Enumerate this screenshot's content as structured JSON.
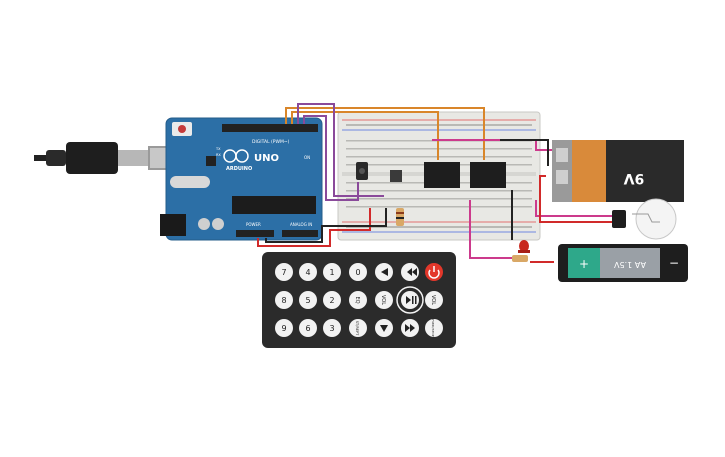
{
  "arduino": {
    "brand": "ARDUINO",
    "model": "UNO",
    "digital_label": "DIGITAL (PWM~)",
    "power_label": "POWER",
    "analog_label": "ANALOG IN",
    "tx_label": "TX",
    "rx_label": "RX",
    "on_label": "ON"
  },
  "battery_9v": {
    "label": "9V"
  },
  "battery_aa": {
    "label": "AA 1.5V",
    "plus": "+",
    "minus": "−"
  },
  "remote": {
    "labels": {
      "vol": "VOL",
      "eq": "EQ",
      "st_rept": "ST/REPT",
      "func_stop": "FUNC/STOP"
    },
    "digits": [
      "0",
      "1",
      "2",
      "3",
      "4",
      "5",
      "6",
      "7",
      "8",
      "9"
    ]
  },
  "colors": {
    "board": "#2c6fa6",
    "breadboard": "#e8e8e4",
    "wire_orange": "#d9862a",
    "wire_purple": "#8a4a9a",
    "wire_magenta": "#cc3a8c",
    "wire_red": "#d12a2a",
    "wire_black": "#222222",
    "battery_9v": "#d98a3a",
    "battery_aa": "#2ea88a",
    "remote_body": "#2b2b2b",
    "power_button": "#e3372a"
  }
}
